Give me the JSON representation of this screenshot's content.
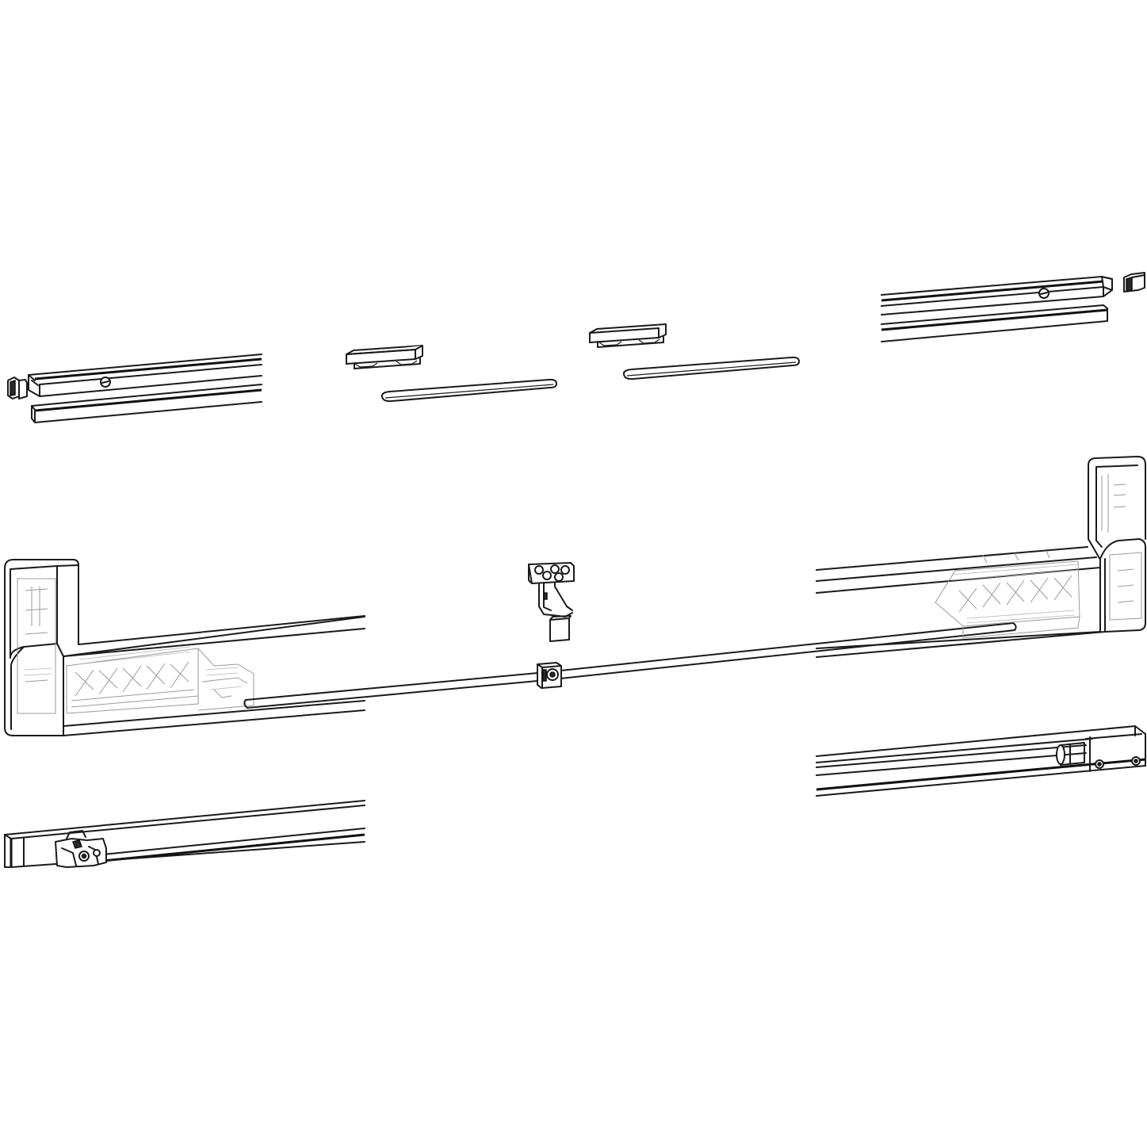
{
  "diagram": {
    "kind": "exploded assembly line drawing",
    "colors": {
      "line": "#1a1a1a",
      "hidden_detail": "#9a9a9a",
      "background": "#ffffff"
    },
    "parts": [
      {
        "name": "left-end-cap-small"
      },
      {
        "name": "left-top-rail"
      },
      {
        "name": "left-top-rail-strip"
      },
      {
        "name": "left-center-slider-block"
      },
      {
        "name": "left-connecting-bar"
      },
      {
        "name": "right-center-slider-block"
      },
      {
        "name": "right-connecting-bar"
      },
      {
        "name": "right-top-rail"
      },
      {
        "name": "right-top-rail-strip"
      },
      {
        "name": "right-end-cap-small"
      },
      {
        "name": "left-damper-housing"
      },
      {
        "name": "center-bracket"
      },
      {
        "name": "center-connecting-rod"
      },
      {
        "name": "rod-coupler"
      },
      {
        "name": "right-damper-housing"
      },
      {
        "name": "left-bottom-track"
      },
      {
        "name": "right-bottom-track"
      }
    ]
  }
}
